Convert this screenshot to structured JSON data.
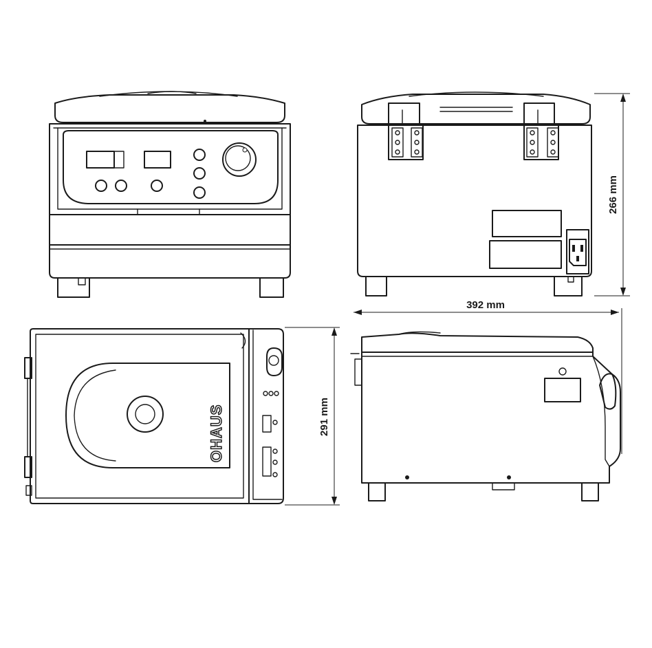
{
  "drawing": {
    "dimensions": {
      "height": "266 mm",
      "width": "392 mm",
      "depth": "291 mm"
    },
    "brand": "OHAUS"
  }
}
